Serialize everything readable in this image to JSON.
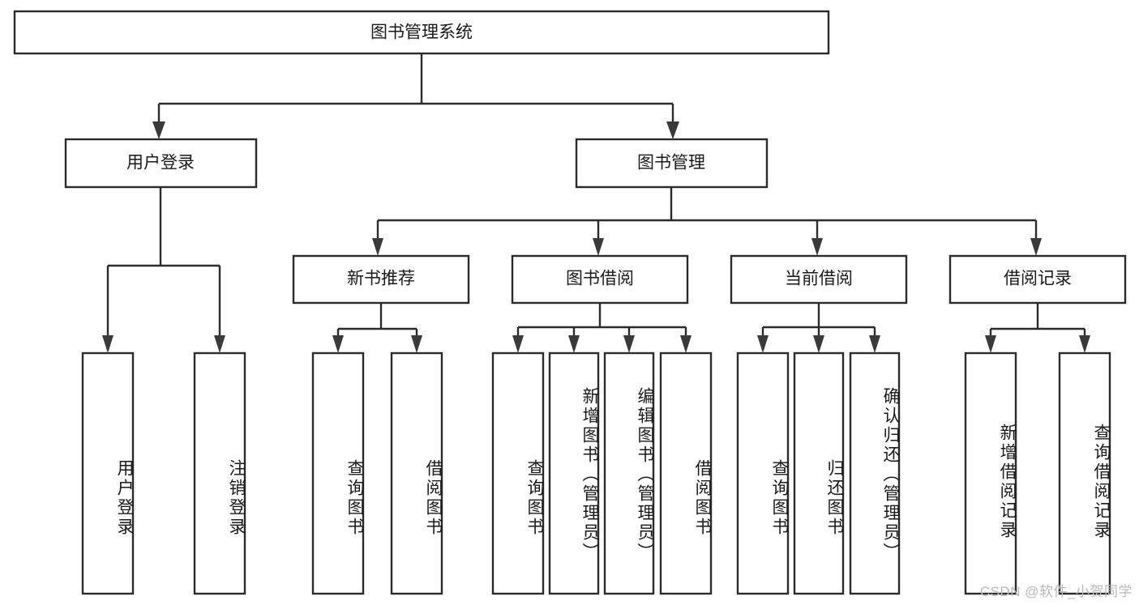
{
  "diagram": {
    "title": "图书管理系统",
    "type": "hierarchy-tree",
    "orientation": "top-down",
    "levels": 4,
    "colors": {
      "box_fill": "#ffffff",
      "box_stroke": "#2b2b2b",
      "text": "#1a1a1a",
      "arrow": "#3a3a3a",
      "watermark": "#b9b9b9"
    }
  },
  "root": {
    "label": "图书管理系统"
  },
  "level2": [
    {
      "id": "user-login",
      "label": "用户登录"
    },
    {
      "id": "book-management",
      "label": "图书管理"
    }
  ],
  "level3": [
    {
      "id": "new-book-recommend",
      "label": "新书推荐",
      "parent": "book-management"
    },
    {
      "id": "book-borrow",
      "label": "图书借阅",
      "parent": "book-management"
    },
    {
      "id": "current-borrow",
      "label": "当前借阅",
      "parent": "book-management"
    },
    {
      "id": "borrow-record",
      "label": "借阅记录",
      "parent": "book-management"
    }
  ],
  "leaves": {
    "user-login": [
      {
        "id": "leaf-user-login",
        "label": "用户登录"
      },
      {
        "id": "leaf-user-logout",
        "label": "注销登录"
      }
    ],
    "new-book-recommend": [
      {
        "id": "leaf-query-book-1",
        "label": "查询图书"
      },
      {
        "id": "leaf-borrow-book-1",
        "label": "借阅图书"
      }
    ],
    "book-borrow": [
      {
        "id": "leaf-query-book-2",
        "label": "查询图书"
      },
      {
        "id": "leaf-add-book",
        "label": "新增图书（管理员）"
      },
      {
        "id": "leaf-edit-book",
        "label": "编辑图书（管理员）"
      },
      {
        "id": "leaf-borrow-book-2",
        "label": "借阅图书"
      }
    ],
    "current-borrow": [
      {
        "id": "leaf-query-book-3",
        "label": "查询图书"
      },
      {
        "id": "leaf-return-book",
        "label": "归还图书"
      },
      {
        "id": "leaf-confirm-return",
        "label": "确认归还（管理员）"
      }
    ],
    "borrow-record": [
      {
        "id": "leaf-add-record",
        "label": "新增借阅记录"
      },
      {
        "id": "leaf-query-record",
        "label": "查询借阅记录"
      }
    ]
  },
  "watermark": {
    "text": "CSDN @软件_小贺同学"
  }
}
